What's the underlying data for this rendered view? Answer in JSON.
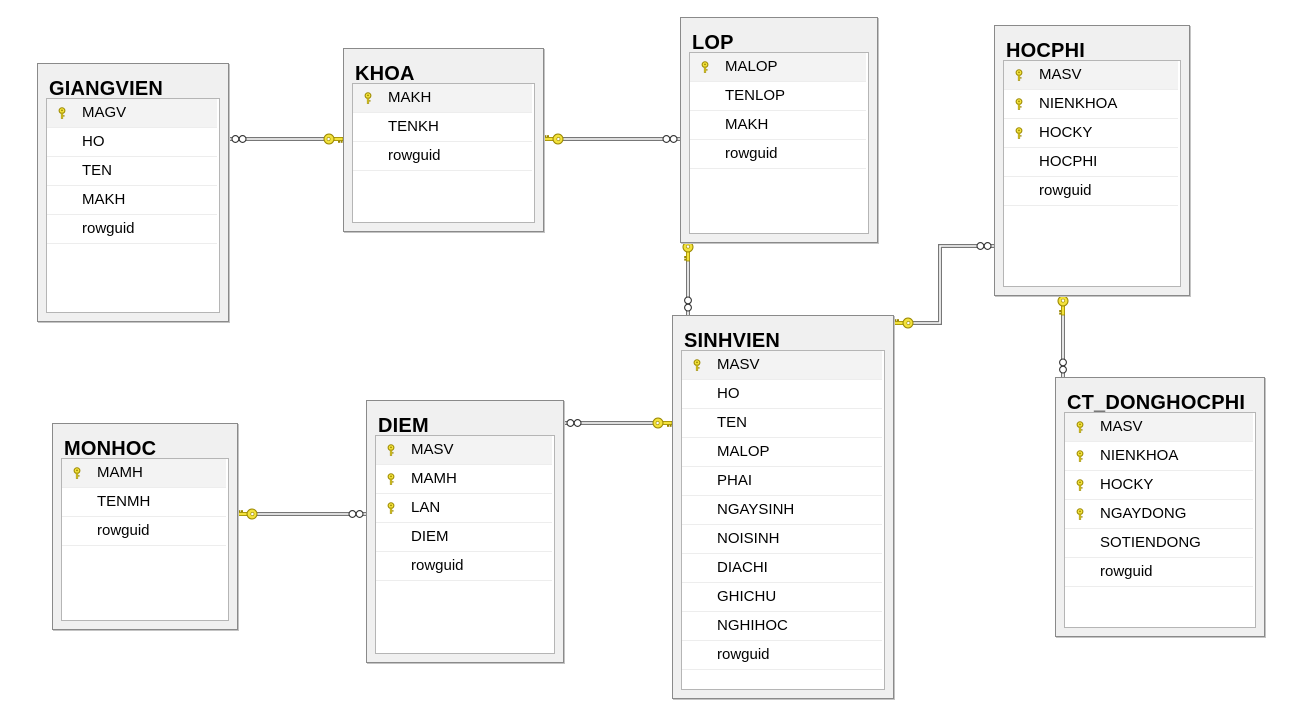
{
  "colors": {
    "key_fill": "#f3e23c",
    "key_stroke": "#9a8700",
    "header_bg": "#f0f0f0",
    "grid_bg": "#ffffff",
    "border": "#8a8a8a",
    "line": "#777777"
  },
  "tables": {
    "giangvien": {
      "title": "GIANGVIEN",
      "columns": [
        {
          "name": "MAGV",
          "pk": true
        },
        {
          "name": "HO",
          "pk": false
        },
        {
          "name": "TEN",
          "pk": false
        },
        {
          "name": "MAKH",
          "pk": false
        },
        {
          "name": "rowguid",
          "pk": false
        }
      ]
    },
    "khoa": {
      "title": "KHOA",
      "columns": [
        {
          "name": "MAKH",
          "pk": true
        },
        {
          "name": "TENKH",
          "pk": false
        },
        {
          "name": "rowguid",
          "pk": false
        }
      ]
    },
    "lop": {
      "title": "LOP",
      "columns": [
        {
          "name": "MALOP",
          "pk": true
        },
        {
          "name": "TENLOP",
          "pk": false
        },
        {
          "name": "MAKH",
          "pk": false
        },
        {
          "name": "rowguid",
          "pk": false
        }
      ]
    },
    "hocphi": {
      "title": "HOCPHI",
      "columns": [
        {
          "name": "MASV",
          "pk": true
        },
        {
          "name": "NIENKHOA",
          "pk": true
        },
        {
          "name": "HOCKY",
          "pk": true
        },
        {
          "name": "HOCPHI",
          "pk": false
        },
        {
          "name": "rowguid",
          "pk": false
        }
      ]
    },
    "sinhvien": {
      "title": "SINHVIEN",
      "columns": [
        {
          "name": "MASV",
          "pk": true
        },
        {
          "name": "HO",
          "pk": false
        },
        {
          "name": "TEN",
          "pk": false
        },
        {
          "name": "MALOP",
          "pk": false
        },
        {
          "name": "PHAI",
          "pk": false
        },
        {
          "name": "NGAYSINH",
          "pk": false
        },
        {
          "name": "NOISINH",
          "pk": false
        },
        {
          "name": "DIACHI",
          "pk": false
        },
        {
          "name": "GHICHU",
          "pk": false
        },
        {
          "name": "NGHIHOC",
          "pk": false
        },
        {
          "name": "rowguid",
          "pk": false
        }
      ]
    },
    "diem": {
      "title": "DIEM",
      "columns": [
        {
          "name": "MASV",
          "pk": true
        },
        {
          "name": "MAMH",
          "pk": true
        },
        {
          "name": "LAN",
          "pk": true
        },
        {
          "name": "DIEM",
          "pk": false
        },
        {
          "name": "rowguid",
          "pk": false
        }
      ]
    },
    "monhoc": {
      "title": "MONHOC",
      "columns": [
        {
          "name": "MAMH",
          "pk": true
        },
        {
          "name": "TENMH",
          "pk": false
        },
        {
          "name": "rowguid",
          "pk": false
        }
      ]
    },
    "ctdong": {
      "title": "CT_DONGHOCPHI",
      "columns": [
        {
          "name": "MASV",
          "pk": true
        },
        {
          "name": "NIENKHOA",
          "pk": true
        },
        {
          "name": "HOCKY",
          "pk": true
        },
        {
          "name": "NGAYDONG",
          "pk": true
        },
        {
          "name": "SOTIENDONG",
          "pk": false
        },
        {
          "name": "rowguid",
          "pk": false
        }
      ]
    }
  },
  "relationships": [
    {
      "one": "khoa",
      "many": "giangvien"
    },
    {
      "one": "khoa",
      "many": "lop"
    },
    {
      "one": "lop",
      "many": "sinhvien"
    },
    {
      "one": "sinhvien",
      "many": "hocphi"
    },
    {
      "one": "hocphi",
      "many": "ctdong"
    },
    {
      "one": "sinhvien",
      "many": "diem"
    },
    {
      "one": "monhoc",
      "many": "diem"
    }
  ]
}
